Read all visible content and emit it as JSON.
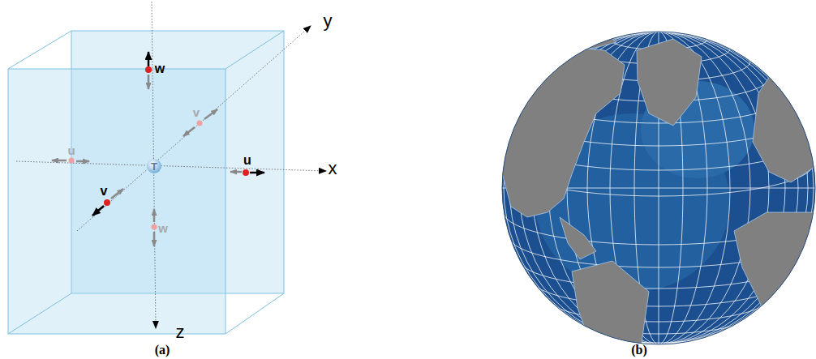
{
  "diagram": {
    "labels": [
      "y",
      "w",
      "v",
      "u",
      "T",
      "u",
      "x",
      "v",
      "w",
      "z",
      "(a)",
      "(b)"
    ]
  }
}
